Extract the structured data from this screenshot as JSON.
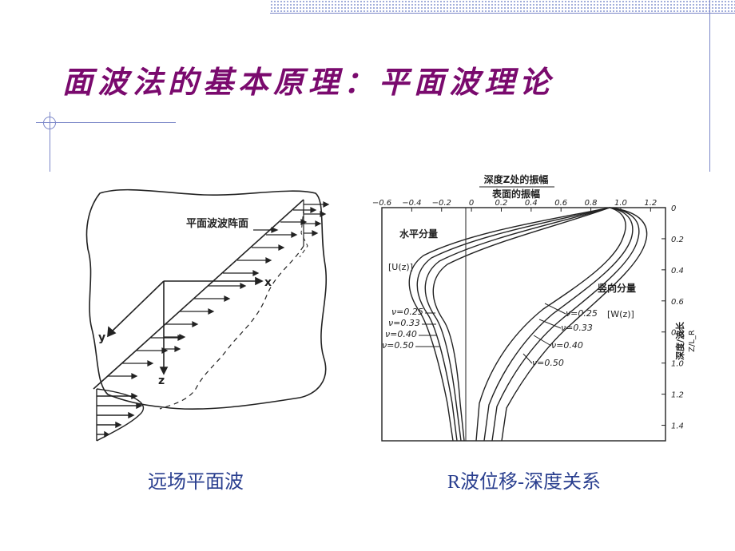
{
  "slide": {
    "title": "面波法的基本原理：平面波理论",
    "captions": {
      "left": "远场平面波",
      "right": "R波位移-深度关系"
    }
  },
  "left_figure": {
    "label_wavefront": "平面波波阵面",
    "axis_x": "x",
    "axis_y": "y",
    "axis_z": "z"
  },
  "right_figure": {
    "top_title_line1": "深度Z处的振幅",
    "top_title_line2": "表面的振幅",
    "x_ticks": [
      "−0.6",
      "−0.4",
      "−0.2",
      "0",
      "0.2",
      "0.4",
      "0.6",
      "0.8",
      "1.0",
      "1.2"
    ],
    "y_ticks": [
      "0",
      "0.2",
      "0.4",
      "0.6",
      "0.8",
      "1.0",
      "1.2",
      "1.4"
    ],
    "right_axis_label": "深度/波长",
    "right_axis_ratio": "Z/L_R",
    "horizontal_label": "水平分量",
    "horizontal_symbol": "[U(z)]",
    "vertical_label": "竖向分量",
    "vertical_symbol": "[W(z)]",
    "nu_left": [
      "ν=0.25",
      "ν=0.33",
      "ν=0.40",
      "ν=0.50"
    ],
    "nu_right": [
      "ν=0.25",
      "ν=0.33",
      "ν=0.40",
      "ν=0.50"
    ]
  }
}
